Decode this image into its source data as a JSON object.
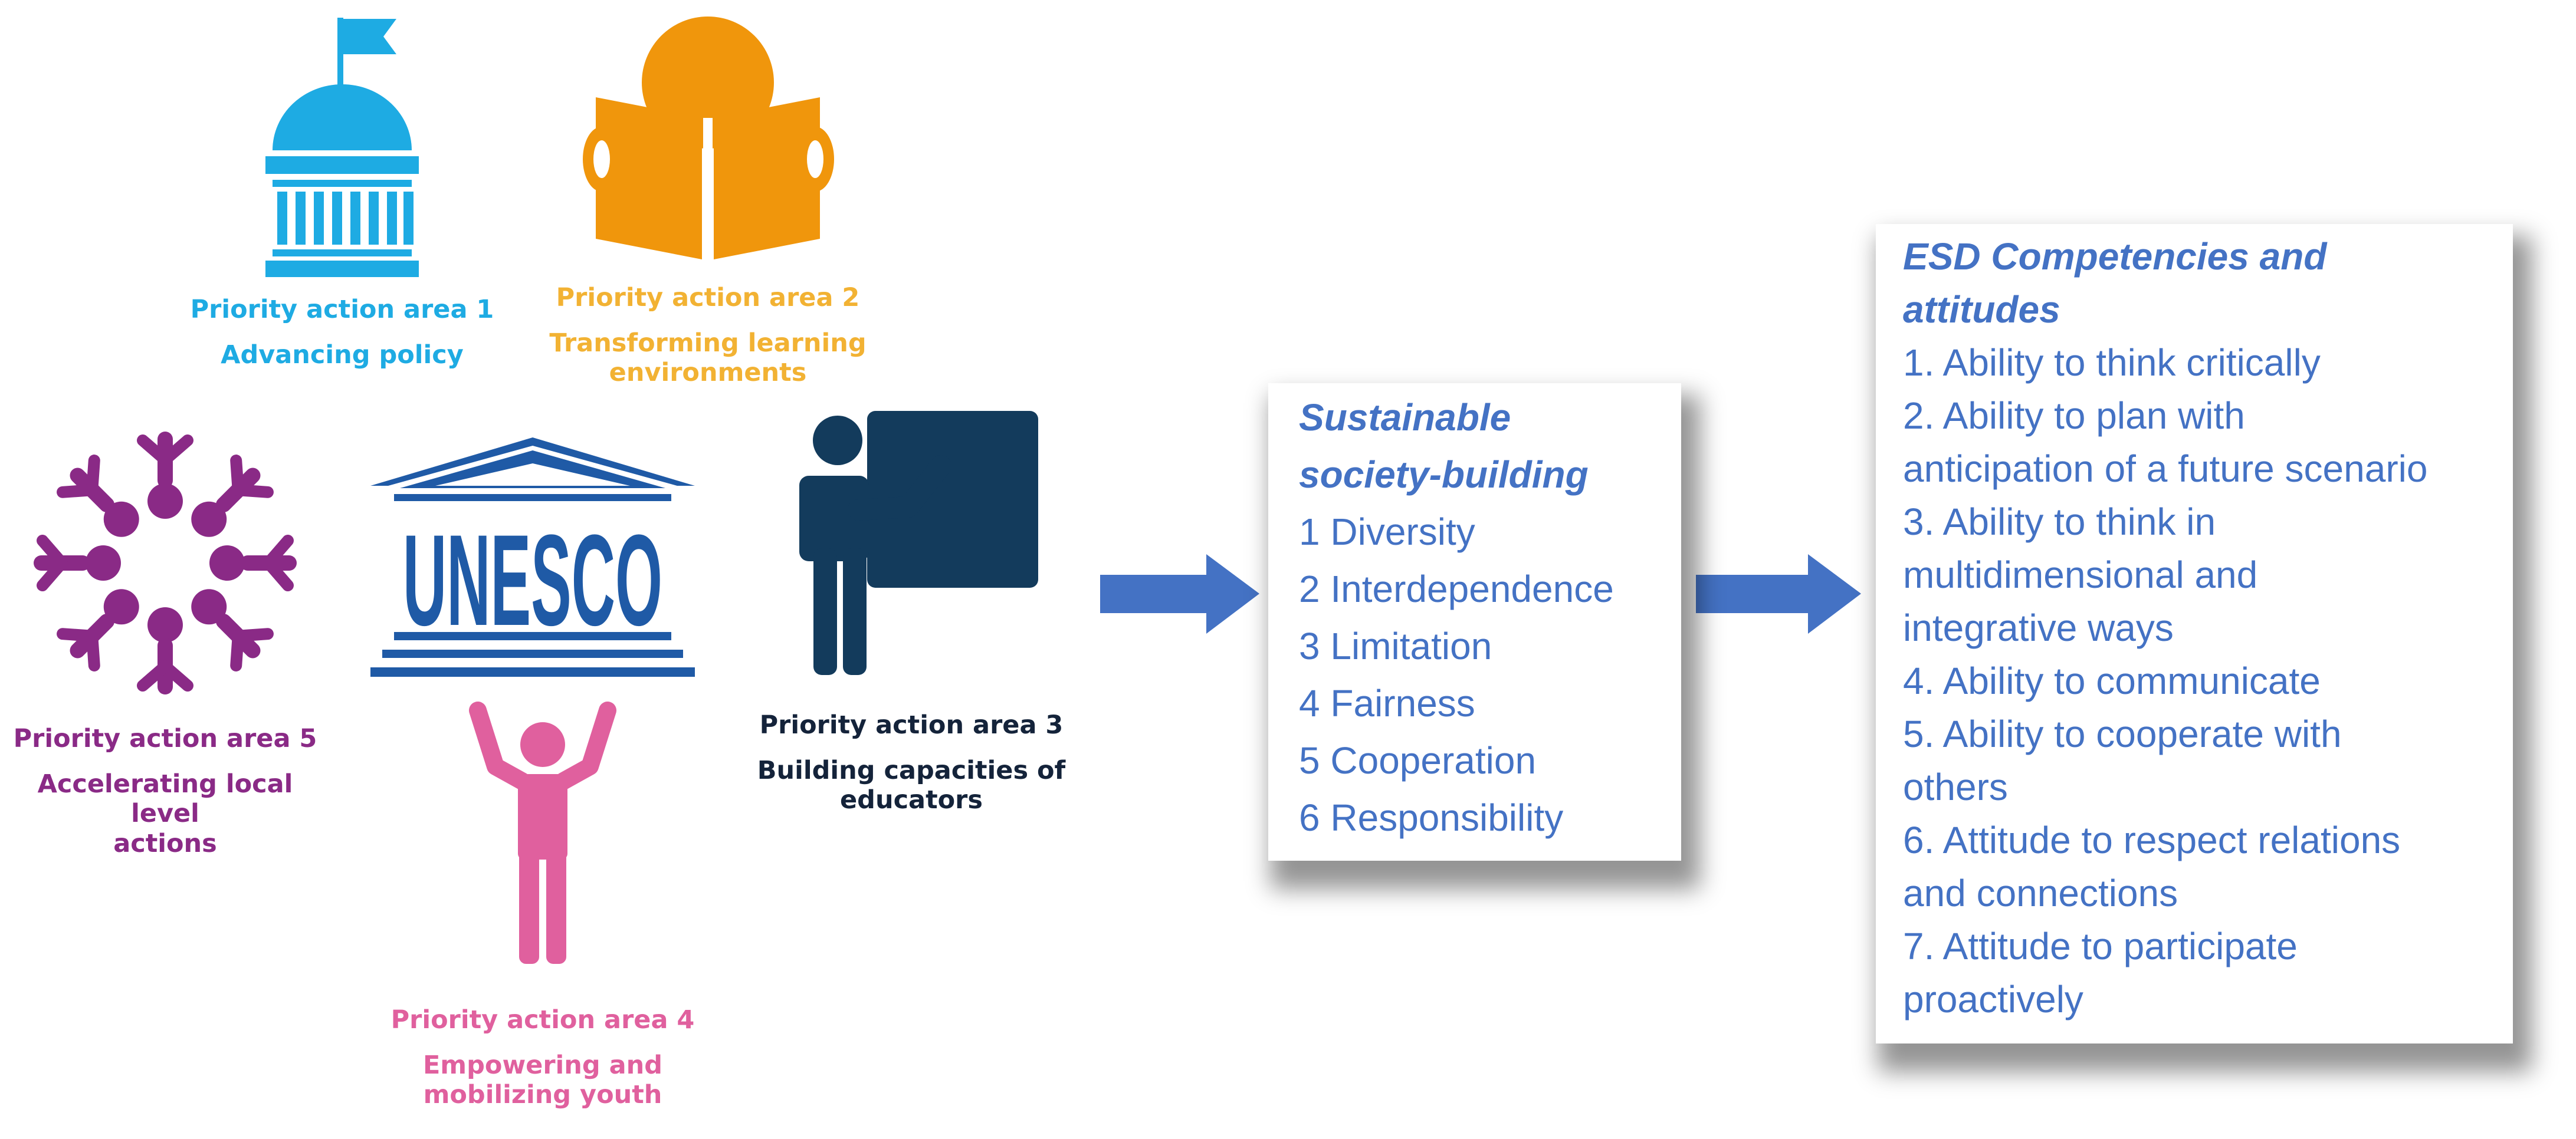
{
  "priority_areas": [
    {
      "title": "Priority action area 1",
      "subtitle": "Advancing policy",
      "icon": "capitol-building-icon",
      "color": "#1eabe3"
    },
    {
      "title": "Priority action area 2",
      "subtitle_lines": [
        "Transforming learning",
        "environments"
      ],
      "icon": "reading-book-icon",
      "color": "#f2b233"
    },
    {
      "title": "Priority action area 3",
      "subtitle_lines": [
        "Building capacities of",
        "educators"
      ],
      "icon": "teacher-board-icon",
      "color": "#14233a"
    },
    {
      "title": "Priority action area 4",
      "subtitle_lines": [
        "Empowering and",
        "mobilizing youth"
      ],
      "icon": "youth-person-icon",
      "color": "#e0609e"
    },
    {
      "title": "Priority action area 5",
      "subtitle_lines": [
        "Accelerating local level",
        "actions"
      ],
      "icon": "community-circle-icon",
      "color": "#8a2a86"
    }
  ],
  "unesco_logo_text": "UNESCO",
  "sustainable_box": {
    "heading_lines": [
      "Sustainable",
      "society-building"
    ],
    "items": [
      "1 Diversity",
      "2 Interdependence",
      "3 Limitation",
      "4 Fairness",
      "5 Cooperation",
      "6 Responsibility"
    ]
  },
  "competencies_box": {
    "heading_lines": [
      "ESD Competencies and",
      "attitudes"
    ],
    "lines": [
      "1. Ability to think critically",
      "2. Ability to plan with",
      "anticipation of a future scenario",
      "3. Ability to think in",
      "multidimensional and",
      "integrative ways",
      "4. Ability to communicate",
      "5. Ability to cooperate with",
      "others",
      "6. Attitude to respect relations",
      "and connections",
      "7. Attitude to participate",
      "proactively"
    ]
  },
  "colors": {
    "arrow": "#4472c4",
    "box_text": "#4472c4",
    "unesco": "#1f5aa6"
  }
}
